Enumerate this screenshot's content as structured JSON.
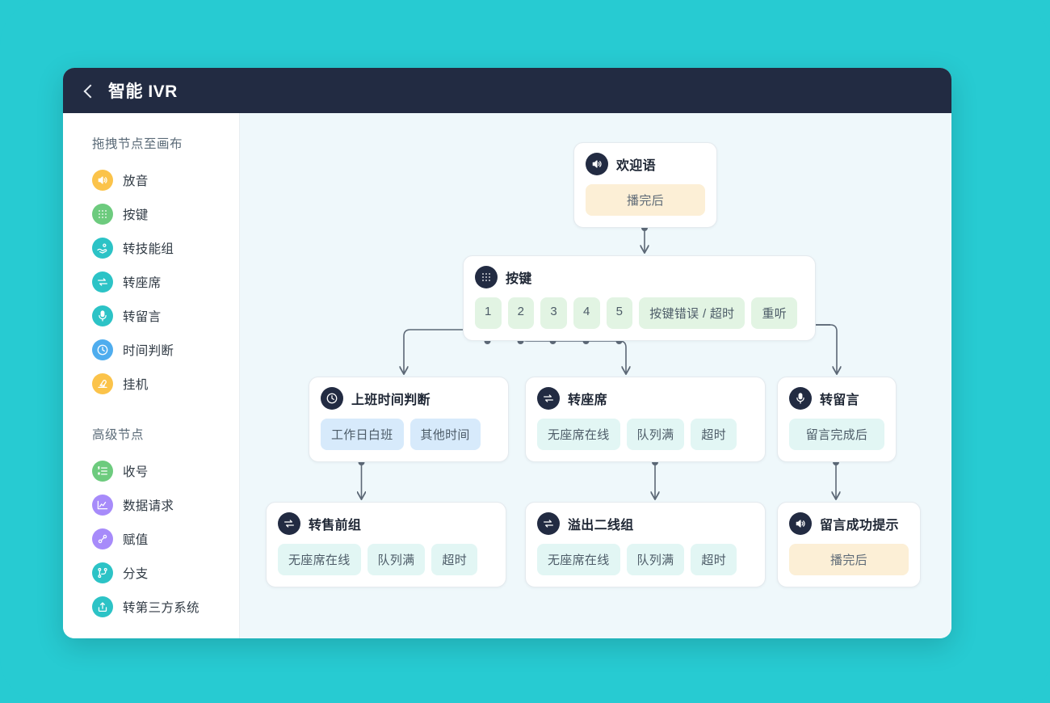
{
  "window": {
    "title": "智能 IVR",
    "back_icon": "chevron-left-icon"
  },
  "colors": {
    "page_background": "#27CBD2",
    "titlebar": "#222B42",
    "canvas": "#EFF8FB",
    "node_badge": "#222B42",
    "edge": "#5C6876",
    "pill_cream": "#FCEFD6",
    "pill_green": "#E2F4E3",
    "pill_blue": "#D7EAFB",
    "pill_cyan": "#E2F6F4"
  },
  "sidebar": {
    "basic_section_title": "拖拽节点至画布",
    "advanced_section_title": "高级节点",
    "basic_items": [
      {
        "label": "放音",
        "icon": "speaker-icon",
        "color": "#FBC34A"
      },
      {
        "label": "按键",
        "icon": "keypad-icon",
        "color": "#6DCB7E"
      },
      {
        "label": "转技能组",
        "icon": "hand-group-icon",
        "color": "#2CC3C6"
      },
      {
        "label": "转座席",
        "icon": "transfer-icon",
        "color": "#2CC3C6"
      },
      {
        "label": "转留言",
        "icon": "microphone-icon",
        "color": "#2CC3C6"
      },
      {
        "label": "时间判断",
        "icon": "clock-icon",
        "color": "#4FADEE"
      },
      {
        "label": "挂机",
        "icon": "hangup-icon",
        "color": "#FBC34A"
      }
    ],
    "advanced_items": [
      {
        "label": "收号",
        "icon": "numbered-list-icon",
        "color": "#6DCB7E"
      },
      {
        "label": "数据请求",
        "icon": "line-chart-icon",
        "color": "#A78BFA"
      },
      {
        "label": "赋值",
        "icon": "assign-icon",
        "color": "#A78BFA"
      },
      {
        "label": "分支",
        "icon": "branch-icon",
        "color": "#2CC3C6"
      },
      {
        "label": "转第三方系统",
        "icon": "export-icon",
        "color": "#2CC3C6"
      }
    ]
  },
  "flow": {
    "nodes": [
      {
        "id": "welcome",
        "title": "欢迎语",
        "icon": "speaker-icon",
        "pill_style": "cream",
        "pills": [
          "播完后"
        ]
      },
      {
        "id": "keypress",
        "title": "按键",
        "icon": "keypad-icon",
        "pill_style": "green",
        "pills": [
          "1",
          "2",
          "3",
          "4",
          "5",
          "按键错误 / 超时",
          "重听"
        ]
      },
      {
        "id": "worktime",
        "title": "上班时间判断",
        "icon": "clock-icon",
        "pill_style": "blue",
        "pills": [
          "工作日白班",
          "其他时间"
        ]
      },
      {
        "id": "agent",
        "title": "转座席",
        "icon": "transfer-icon",
        "pill_style": "cyan",
        "pills": [
          "无座席在线",
          "队列满",
          "超时"
        ]
      },
      {
        "id": "voicemail",
        "title": "转留言",
        "icon": "microphone-icon",
        "pill_style": "cyan",
        "pills": [
          "留言完成后"
        ]
      },
      {
        "id": "presale",
        "title": "转售前组",
        "icon": "transfer-icon",
        "pill_style": "cyan",
        "pills": [
          "无座席在线",
          "队列满",
          "超时"
        ]
      },
      {
        "id": "overflow",
        "title": "溢出二线组",
        "icon": "transfer-icon",
        "pill_style": "cyan",
        "pills": [
          "无座席在线",
          "队列满",
          "超时"
        ]
      },
      {
        "id": "vmsuccess",
        "title": "留言成功提示",
        "icon": "speaker-icon",
        "pill_style": "cream",
        "pills": [
          "播完后"
        ]
      }
    ],
    "edges": [
      {
        "from": "welcome",
        "from_port": "播完后",
        "to": "keypress"
      },
      {
        "from": "keypress",
        "from_port": "1",
        "to": "worktime"
      },
      {
        "from": "keypress",
        "from_port": "2",
        "to": "agent"
      },
      {
        "from": "keypress",
        "from_port": "3",
        "to": "voicemail"
      },
      {
        "from": "keypress",
        "from_port": "4",
        "to": "voicemail"
      },
      {
        "from": "keypress",
        "from_port": "5",
        "to": "voicemail"
      },
      {
        "from": "worktime",
        "from_port": "工作日白班",
        "to": "presale"
      },
      {
        "from": "agent",
        "from_port": "队列满",
        "to": "overflow"
      },
      {
        "from": "voicemail",
        "from_port": "留言完成后",
        "to": "vmsuccess"
      }
    ]
  }
}
